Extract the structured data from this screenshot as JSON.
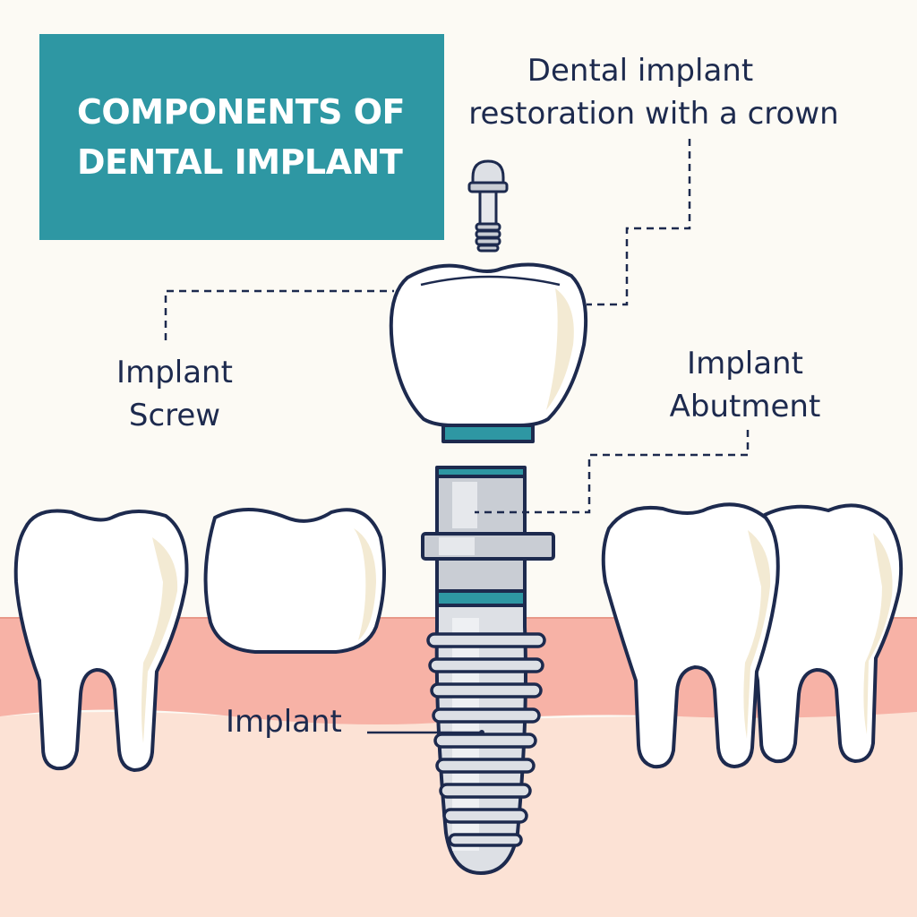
{
  "title": {
    "line1": "COMPONENTS OF",
    "line2": "DENTAL IMPLANT"
  },
  "labels": {
    "restoration_line1": "Dental implant",
    "restoration_line2": "restoration with a crown",
    "screw_line1": "Implant",
    "screw_line2": "Screw",
    "abutment_line1": "Implant",
    "abutment_line2": "Abutment",
    "implant": "Implant"
  },
  "colors": {
    "background": "#FCFAF4",
    "title_box": "#2E97A3",
    "outline": "#1D2A4E",
    "gum": "#F7B2A6",
    "bone": "#FCE2D5",
    "tooth": "#FFFFFF",
    "tooth_shade": "#F3EAD3",
    "metal": "#C9CDD4",
    "teal_band": "#2E97A3"
  }
}
